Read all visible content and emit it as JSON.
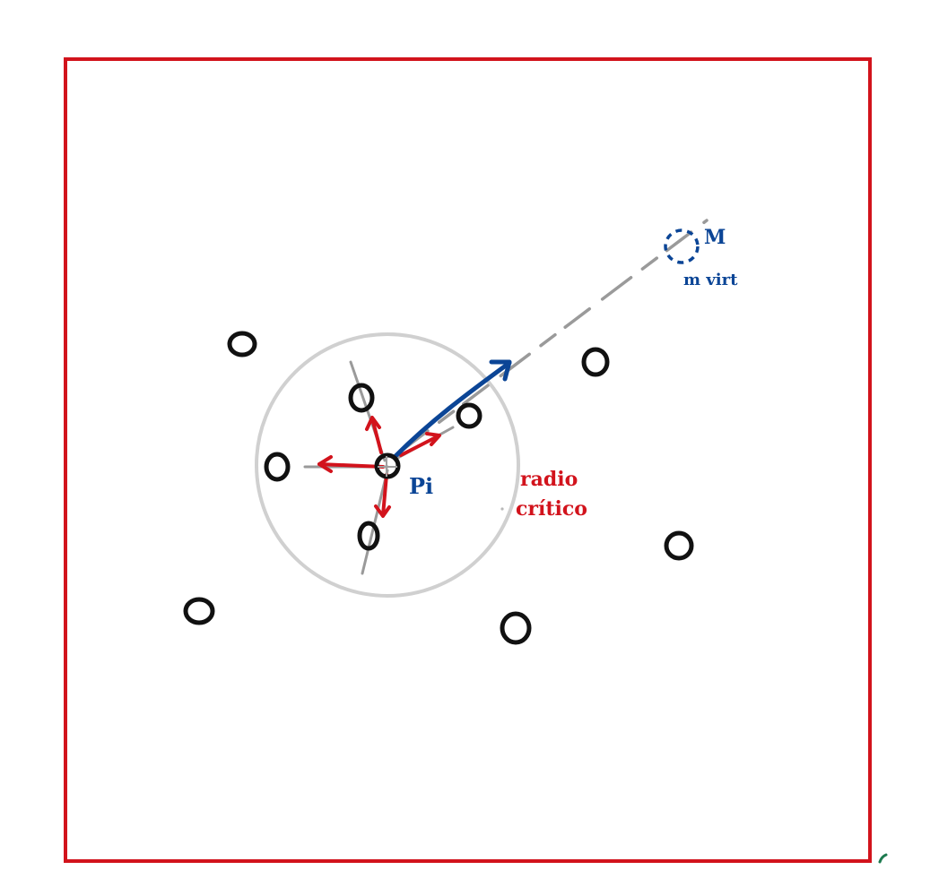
{
  "labels": {
    "particle": "Pi",
    "radius_line1": "radio",
    "radius_line2": "crítico",
    "virtual_mass": "M",
    "virtual_mass_caption": "m virt"
  },
  "colors": {
    "frame": "#d2131c",
    "particle": "#111111",
    "neighbor_force": "#d2131c",
    "virtual_force": "#0b4596",
    "guide_line": "#9a9a9a",
    "critical_circle": "#d0d0d0",
    "corner_mark": "#1d7a4f"
  }
}
